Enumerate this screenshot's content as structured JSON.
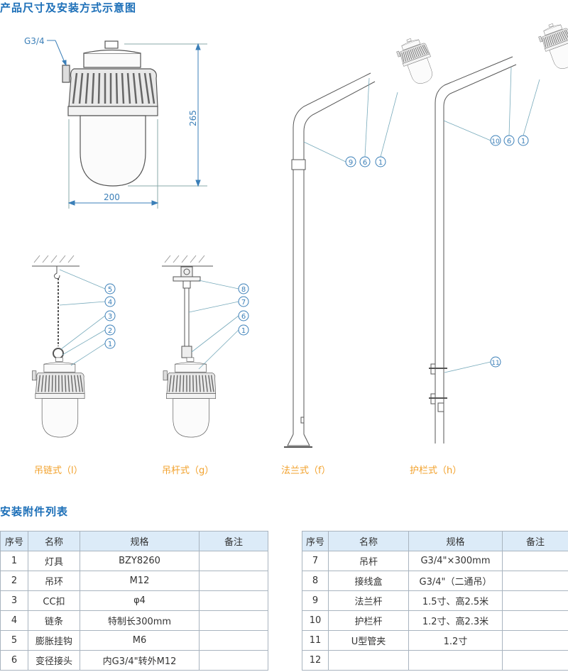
{
  "section1_title": "产品尺寸及安装方式示意图",
  "dimensions": {
    "thread": "G3/4",
    "height": "265",
    "width": "200"
  },
  "mount_labels": [
    "吊链式（l）",
    "吊杆式（g）",
    "法兰式（f）",
    "护栏式（h）"
  ],
  "callouts": {
    "chain": [
      "5",
      "4",
      "3",
      "2",
      "1"
    ],
    "rod": [
      "8",
      "7",
      "6",
      "1"
    ],
    "flange": [
      "9",
      "6",
      "1"
    ],
    "rail": [
      "10",
      "6",
      "1",
      "11"
    ]
  },
  "section2_title": "安装附件列表",
  "table": {
    "headers": [
      "序号",
      "名称",
      "规格",
      "备注"
    ],
    "left_rows": [
      {
        "no": "1",
        "name": "灯具",
        "spec": "BZY8260",
        "note": ""
      },
      {
        "no": "2",
        "name": "吊环",
        "spec": "M12",
        "note": ""
      },
      {
        "no": "3",
        "name": "CC扣",
        "spec": "φ4",
        "note": ""
      },
      {
        "no": "4",
        "name": "链条",
        "spec": "特制长300mm",
        "note": ""
      },
      {
        "no": "5",
        "name": "膨胀挂钩",
        "spec": "M6",
        "note": ""
      },
      {
        "no": "6",
        "name": "变径接头",
        "spec": "内G3/4\"转外M12",
        "note": ""
      }
    ],
    "right_rows": [
      {
        "no": "7",
        "name": "吊杆",
        "spec": "G3/4\"×300mm",
        "note": ""
      },
      {
        "no": "8",
        "name": "接线盒",
        "spec": "G3/4\"（二通吊）",
        "note": ""
      },
      {
        "no": "9",
        "name": "法兰杆",
        "spec": "1.5寸、高2.5米",
        "note": ""
      },
      {
        "no": "10",
        "name": "护栏杆",
        "spec": "1.2寸、高2.3米",
        "note": ""
      },
      {
        "no": "11",
        "name": "U型管夹",
        "spec": "1.2寸",
        "note": ""
      },
      {
        "no": "12",
        "name": "",
        "spec": "",
        "note": ""
      }
    ]
  },
  "colors": {
    "title": "#1c6fb8",
    "label": "#f2a12b",
    "header_bg": "#dcebf8",
    "dim": "#3b7fb8"
  }
}
